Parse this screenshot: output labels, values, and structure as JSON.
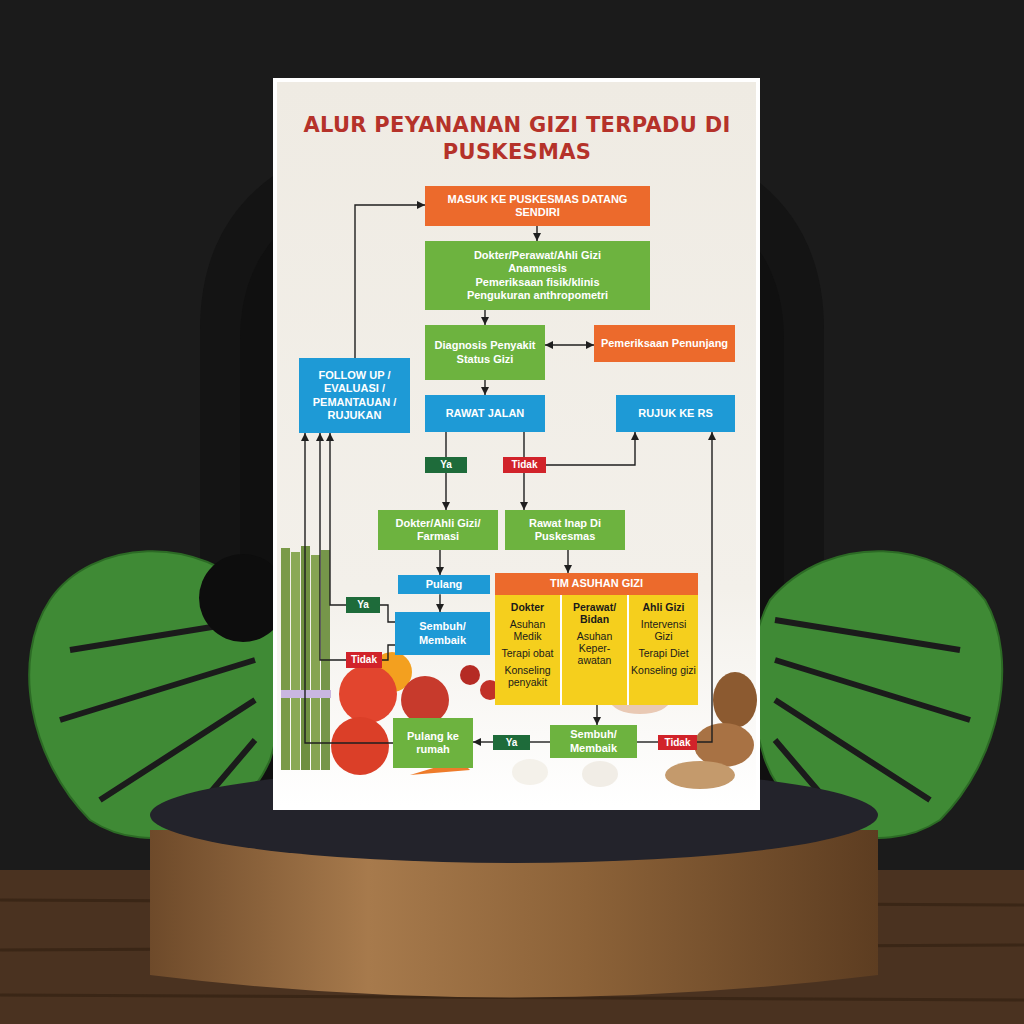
{
  "diagram": {
    "title": "ALUR PEYANANAN GIZI TERPADU DI PUSKESMAS",
    "nodes": [
      {
        "text": [
          "MASUK KE PUSKESMAS DATANG SENDIRI"
        ]
      },
      {
        "text": [
          "Dokter/Perawat/Ahli Gizi",
          "Anamnesis",
          "Pemeriksaan fisik/klinis",
          "Pengukuran anthropometri"
        ]
      },
      {
        "text": [
          "Diagnosis Penyakit Status Gizi"
        ]
      },
      {
        "text": [
          "Pemeriksaan Penunjang"
        ]
      },
      {
        "text": [
          "FOLLOW UP / EVALUASI / PEMANTAUAN / RUJUKAN"
        ]
      },
      {
        "text": [
          "RAWAT JALAN"
        ]
      },
      {
        "text": [
          "RUJUK KE RS"
        ]
      },
      {
        "text": [
          "Ya"
        ]
      },
      {
        "text": [
          "Tidak"
        ]
      },
      {
        "text": [
          "Dokter/Ahli Gizi/ Farmasi"
        ]
      },
      {
        "text": [
          "Rawat Inap Di Puskesmas"
        ]
      },
      {
        "text": [
          "Pulang"
        ]
      },
      {
        "text": [
          "TIM ASUHAN GIZI"
        ]
      },
      {
        "text": [
          "Dokter",
          "Asuhan Medik",
          "Terapi obat",
          "Konseling penyakit"
        ],
        "in": 12
      },
      {
        "text": [
          "Perawat/ Bidan",
          "Asuhan Keper-awatan"
        ],
        "in": 12
      },
      {
        "text": [
          "Ahli Gizi",
          "Intervensi Gizi",
          "Terapi Diet",
          "Konseling gizi"
        ],
        "in": 12
      },
      {
        "text": [
          "Ya"
        ]
      },
      {
        "text": [
          "Sembuh/ Membaik"
        ]
      },
      {
        "text": [
          "Tidak"
        ]
      },
      {
        "text": [
          "Pulang ke rumah"
        ]
      },
      {
        "text": [
          "Ya"
        ]
      },
      {
        "text": [
          "Sembuh/ Membaik"
        ]
      },
      {
        "text": [
          "Tidak"
        ]
      }
    ],
    "edges": [
      {
        "from": 4,
        "to": 0,
        "arrow": "to"
      },
      {
        "from": 0,
        "to": 1,
        "arrow": "to"
      },
      {
        "from": 1,
        "to": 2,
        "arrow": "to"
      },
      {
        "from": 2,
        "to": 3,
        "arrow": "both"
      },
      {
        "from": 2,
        "to": 5,
        "arrow": "to"
      },
      {
        "from": 5,
        "to": 7,
        "arrow": "none"
      },
      {
        "from": 5,
        "to": 8,
        "arrow": "none"
      },
      {
        "from": 7,
        "to": 9,
        "arrow": "to"
      },
      {
        "from": 8,
        "to": 10,
        "arrow": "to"
      },
      {
        "from": 8,
        "to": 6,
        "arrow": "to"
      },
      {
        "from": 9,
        "to": 11,
        "arrow": "to"
      },
      {
        "from": 10,
        "to": 12,
        "arrow": "to"
      },
      {
        "from": 11,
        "to": 17,
        "arrow": "to"
      },
      {
        "from": 17,
        "to": 16,
        "arrow": "none"
      },
      {
        "from": 17,
        "to": 18,
        "arrow": "none"
      },
      {
        "from": 16,
        "to": 4,
        "arrow": "to"
      },
      {
        "from": 18,
        "to": 4,
        "arrow": "to"
      },
      {
        "from": 19,
        "to": 4,
        "arrow": "to"
      },
      {
        "from": 12,
        "to": 21,
        "arrow": "to"
      },
      {
        "from": 21,
        "to": 20,
        "arrow": "none"
      },
      {
        "from": 20,
        "to": 19,
        "arrow": "to"
      },
      {
        "from": 21,
        "to": 22,
        "arrow": "none"
      },
      {
        "from": 22,
        "to": 6,
        "arrow": "to"
      }
    ]
  }
}
